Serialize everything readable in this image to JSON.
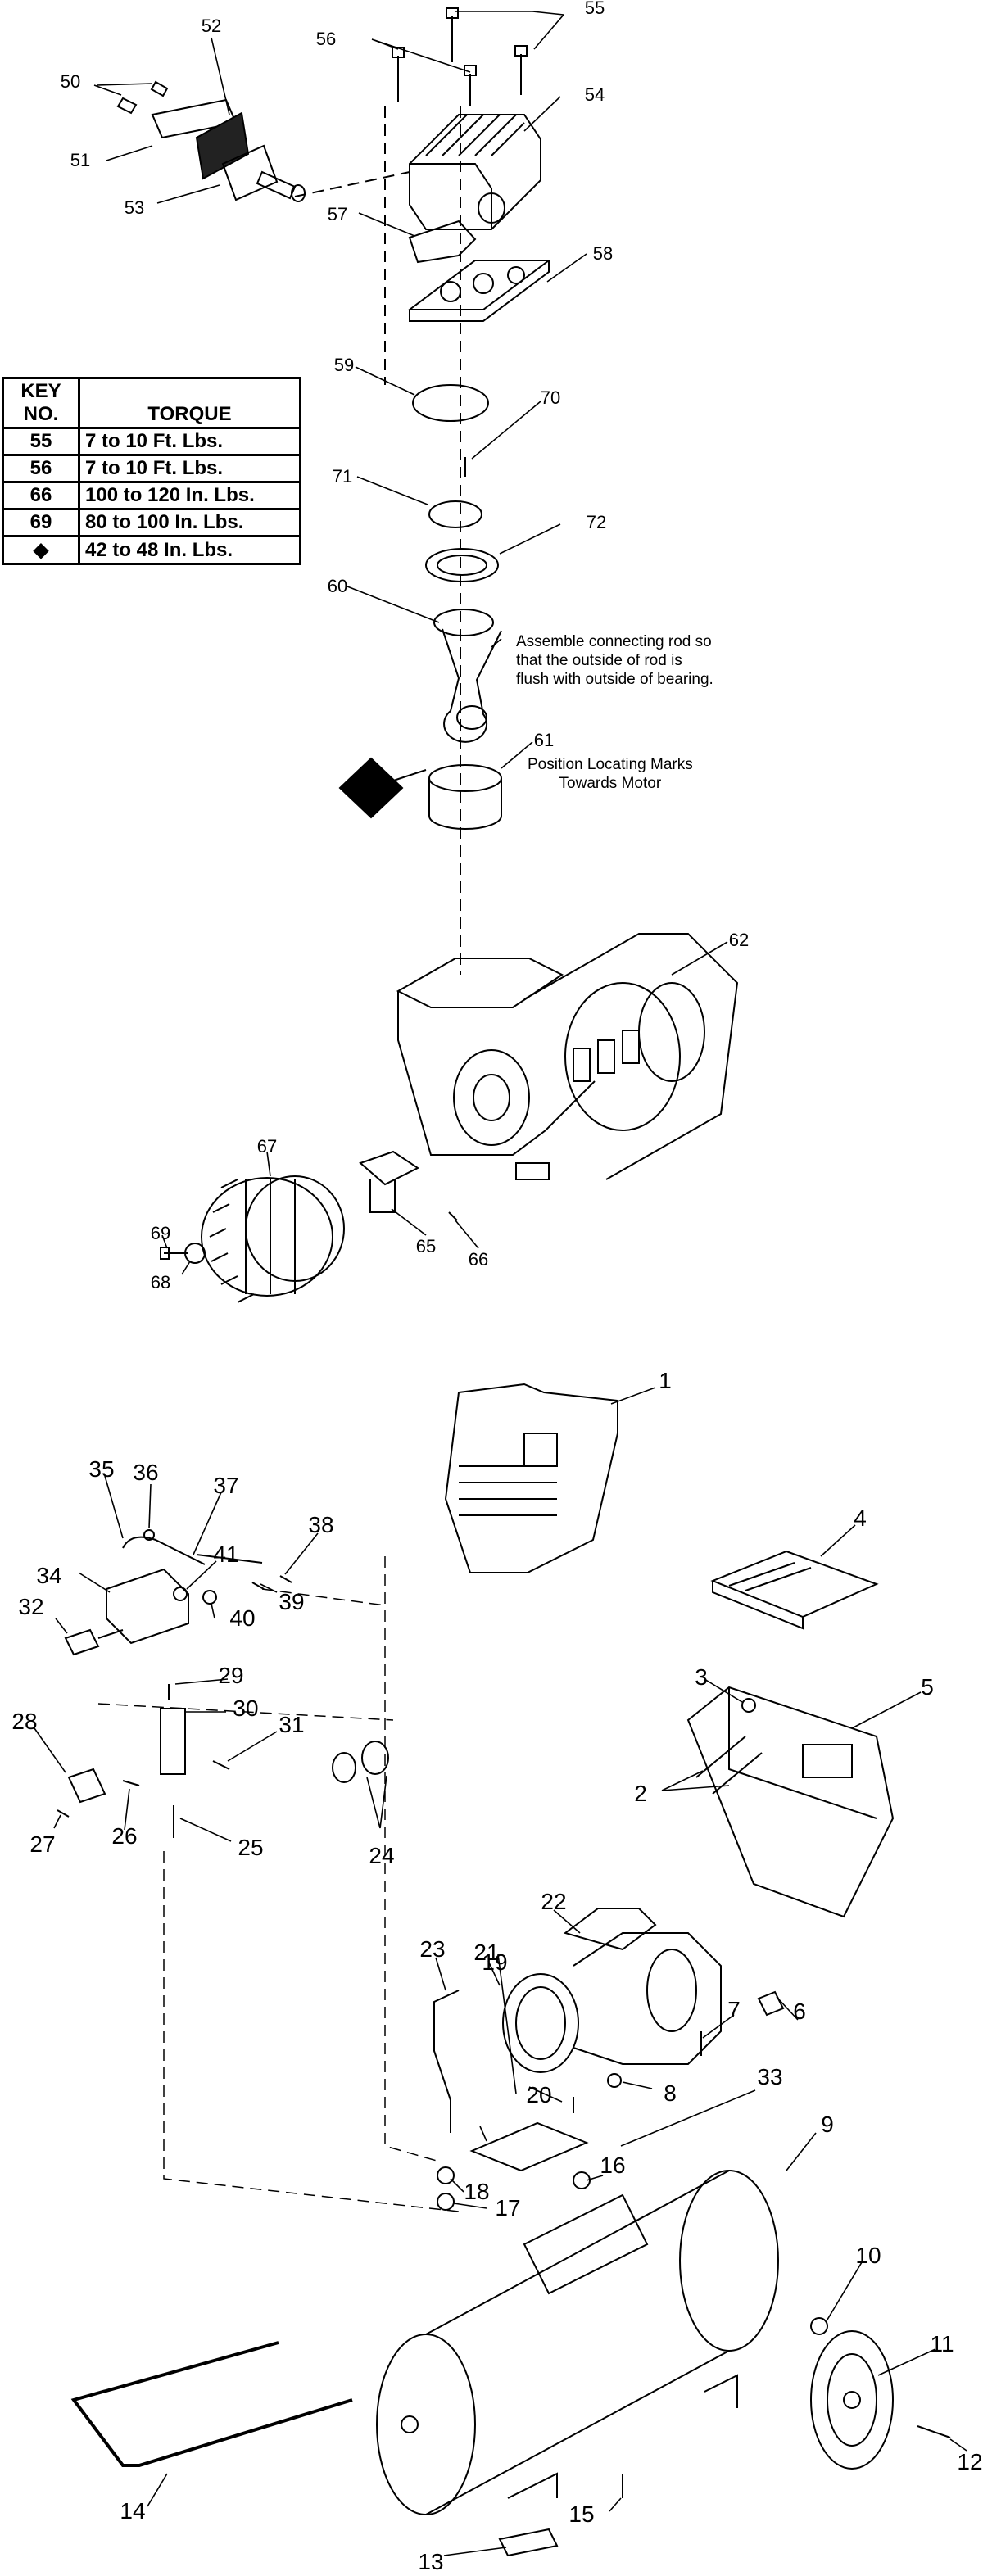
{
  "torque_table": {
    "header_key": "KEY NO.",
    "header_torque": "TORQUE",
    "rows": [
      {
        "key": "55",
        "torque": "7 to 10 Ft. Lbs."
      },
      {
        "key": "56",
        "torque": "7 to 10 Ft. Lbs."
      },
      {
        "key": "66",
        "torque": "100 to 120 In. Lbs."
      },
      {
        "key": "69",
        "torque": "80 to 100 In. Lbs."
      },
      {
        "key": "◆",
        "torque": "42 to 48 In. Lbs."
      }
    ]
  },
  "notes": {
    "connecting_rod": "Assemble connecting rod so\nthat the outside of rod is\nflush with outside of bearing.",
    "locating_marks": "Position Locating Marks\nTowards Motor"
  },
  "callouts": [
    "1",
    "2",
    "3",
    "4",
    "5",
    "6",
    "7",
    "8",
    "9",
    "10",
    "11",
    "12",
    "13",
    "14",
    "15",
    "16",
    "17",
    "18",
    "19",
    "20",
    "21",
    "22",
    "23",
    "24",
    "25",
    "26",
    "27",
    "28",
    "29",
    "30",
    "31",
    "32",
    "33",
    "34",
    "35",
    "36",
    "37",
    "38",
    "39",
    "40",
    "41",
    "50",
    "51",
    "52",
    "53",
    "54",
    "55",
    "56",
    "57",
    "58",
    "59",
    "60",
    "61",
    "62",
    "65",
    "66",
    "67",
    "68",
    "69",
    "70",
    "71",
    "72"
  ]
}
